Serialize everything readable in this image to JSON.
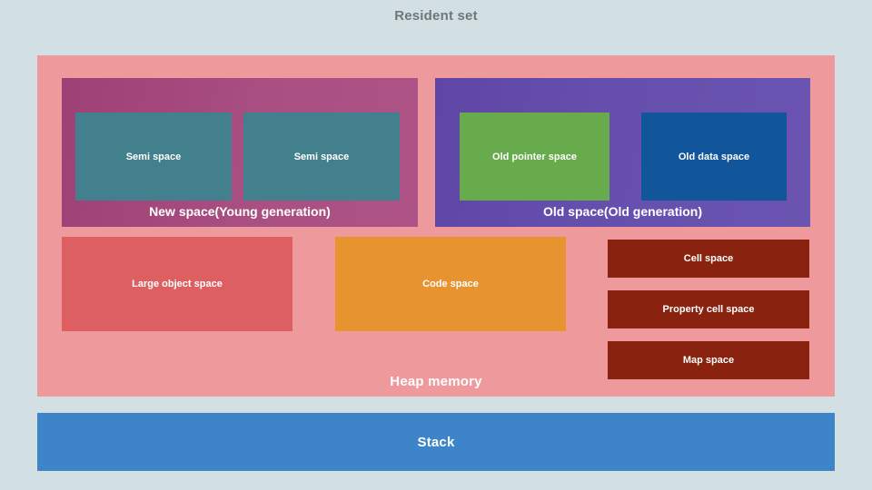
{
  "title": "Resident set",
  "colors": {
    "background": "#d2e0e4",
    "heap": "#ee9a9c",
    "new_space": "#a94f82",
    "semi_space": "#43808d",
    "old_space": "#6750ad",
    "old_pointer_space": "#68ab4d",
    "old_data_space": "#11559b",
    "large_object_space": "#de5f62",
    "code_space": "#e7932f",
    "cell_spaces": "#89220e",
    "stack": "#3d85c8",
    "title_text": "#6f7678",
    "box_text": "#ffffff"
  },
  "heap": {
    "label": "Heap memory",
    "new_space": {
      "label": "New space(Young generation)",
      "semi_spaces": [
        {
          "label": "Semi space"
        },
        {
          "label": "Semi space"
        }
      ]
    },
    "old_space": {
      "label": "Old space(Old generation)",
      "children": [
        {
          "label": "Old pointer space"
        },
        {
          "label": "Old data space"
        }
      ]
    },
    "large_object_space": {
      "label": "Large object space"
    },
    "code_space": {
      "label": "Code space"
    },
    "narrow_boxes": [
      {
        "label": "Cell space"
      },
      {
        "label": "Property cell space"
      },
      {
        "label": "Map space"
      }
    ]
  },
  "stack": {
    "label": "Stack"
  }
}
